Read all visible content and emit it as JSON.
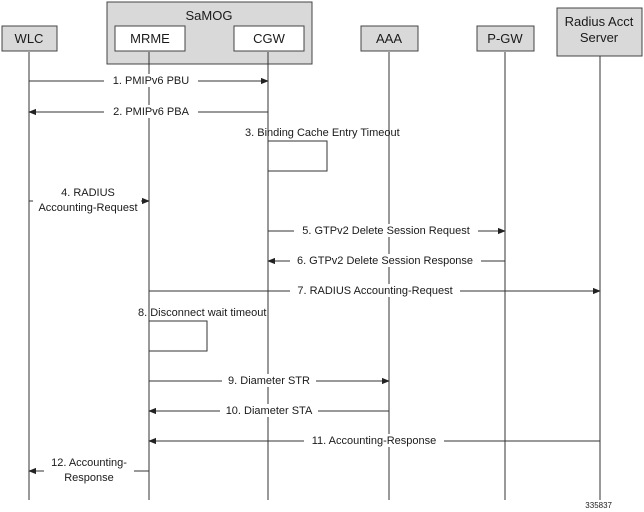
{
  "group": {
    "label": "SaMOG"
  },
  "entities": {
    "wlc": "WLC",
    "mrme": "MRME",
    "cgw": "CGW",
    "aaa": "AAA",
    "pgw": "P-GW",
    "radius_line1": "Radius Acct",
    "radius_line2": "Server"
  },
  "messages": {
    "m1": "1. PMIPv6 PBU",
    "m2": "2. PMIPv6 PBA",
    "m3": "3. Binding Cache Entry Timeout",
    "m4_line1": "4. RADIUS",
    "m4_line2": "Accounting-Request",
    "m5": "5. GTPv2 Delete Session Request",
    "m6": "6. GTPv2 Delete Session Response",
    "m7": "7. RADIUS Accounting-Request",
    "m8": "8. Disconnect wait timeout",
    "m9": "9. Diameter STR",
    "m10": "10. Diameter STA",
    "m11": "11. Accounting-Response",
    "m12_line1": "12. Accounting-",
    "m12_line2": "Response"
  },
  "figure_id": "335837"
}
